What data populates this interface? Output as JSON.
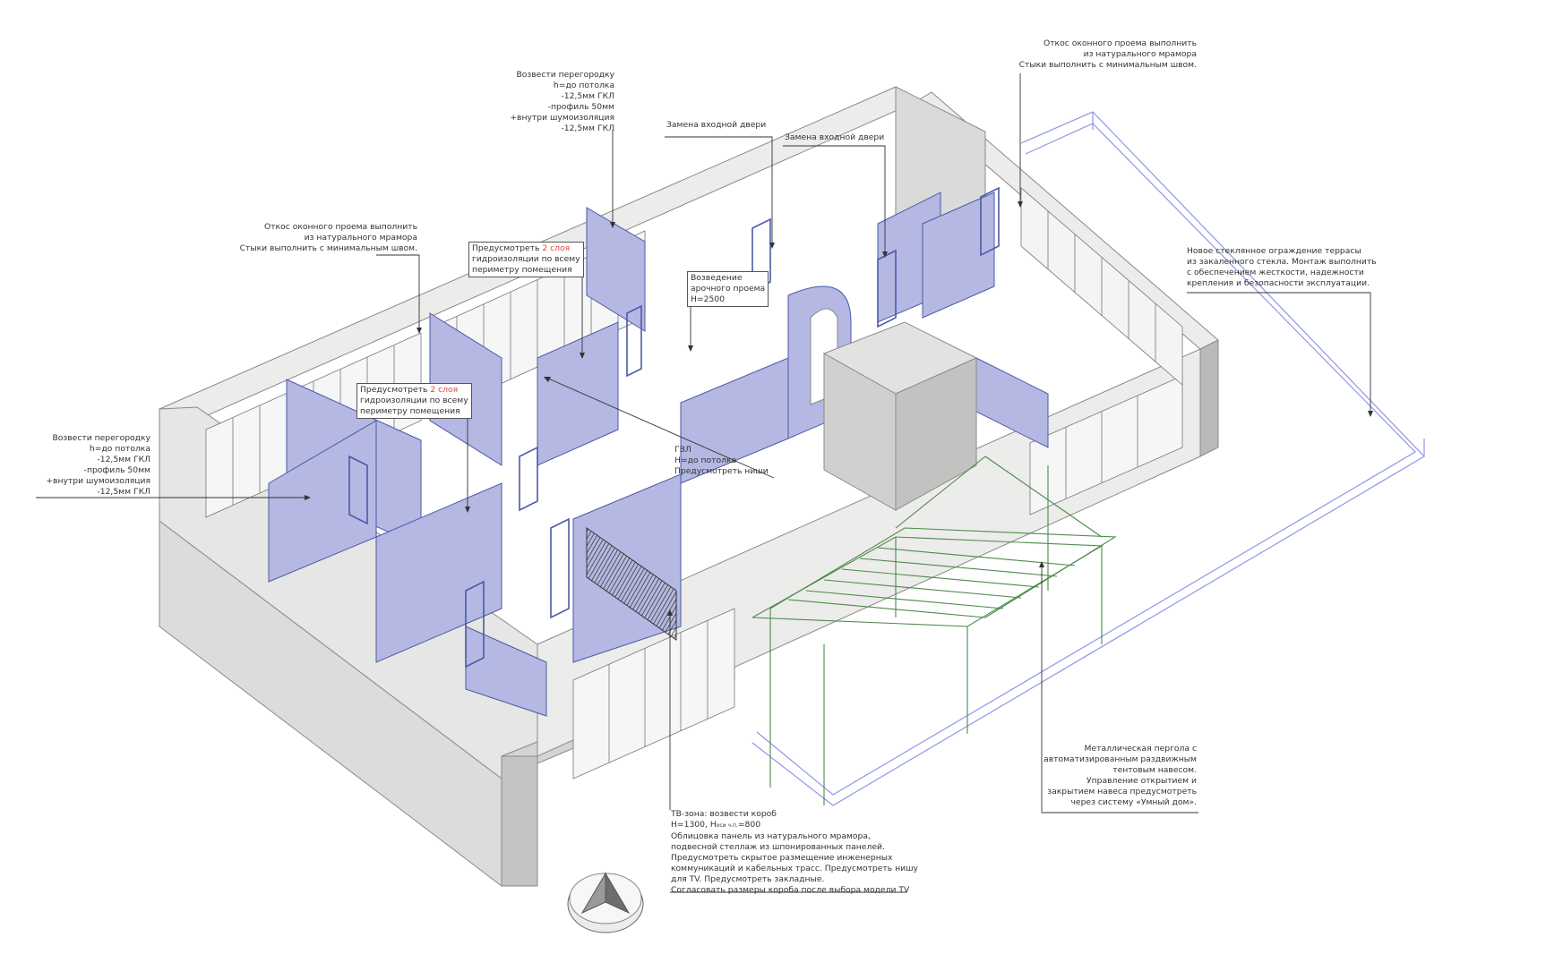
{
  "annotations": {
    "partition_top": {
      "lines": [
        "Возвести перегородку",
        "h=до потолка",
        "-12,5мм ГКЛ",
        "-профиль 50мм",
        "+внутри шумоизоляция",
        "-12,5мм ГКЛ"
      ]
    },
    "partition_left": {
      "lines": [
        "Возвести перегородку",
        "h=до потолка",
        "-12,5мм ГКЛ",
        "-профиль 50мм",
        "+внутри шумоизоляция",
        "-12,5мм ГКЛ"
      ]
    },
    "window_slope_left": {
      "lines": [
        "Откос оконного проема выполнить",
        "из натурального мрамора",
        "Стыки выполнить с минимальным швом."
      ]
    },
    "window_slope_right": {
      "lines": [
        "Откос оконного проема выполнить",
        "из натурального мрамора",
        "Стыки выполнить с минимальным швом."
      ]
    },
    "door_replace_1": {
      "text": "Замена входной двери"
    },
    "door_replace_2": {
      "text": "Замена входной двери"
    },
    "waterproof_1": {
      "prefix": "Предусмотреть ",
      "highlight": "2 слоя",
      "lines": [
        "гидроизоляции по всему",
        "периметру помещения"
      ]
    },
    "waterproof_2": {
      "prefix": "Предусмотреть ",
      "highlight": "2 слоя",
      "lines": [
        "гидроизоляции по всему",
        "периметру помещения"
      ]
    },
    "arch": {
      "lines": [
        "Возведение",
        "арочного проема",
        "H=2500"
      ]
    },
    "gvl": {
      "lines": [
        "ГВЛ",
        "Н=до потолка",
        "Предусмотреть ниши"
      ]
    },
    "terrace_glass": {
      "lines": [
        "Новое стеклянное ограждение террасы",
        "из закаленного стекла. Монтаж выполнить",
        "с обеспечением жесткости, надежности",
        "крепления и безопасности эксплуатации."
      ]
    },
    "pergola": {
      "lines": [
        "Металлическая пергола с",
        "автоматизированным раздвижным",
        "тентовым навесом.",
        "Управление открытием и",
        "закрытием навеса предусмотреть",
        "через систему «Умный дом»."
      ]
    },
    "tv_zone": {
      "line1": "ТВ-зона: возвести короб",
      "line2_a": "Н=1300, Н",
      "line2_sub": "оси ч.п.",
      "line2_b": "=800",
      "lines": [
        "Облицовка панель из натурального мрамора,",
        "подвесной стеллаж из шпонированных панелей.",
        "Предусмотреть скрытое размещение инженерных",
        "коммуникаций и кабельных трасс. Предусмотреть нишу",
        "для TV. Предусмотреть закладные.",
        "Согласовать размеры короба после выбора модели TV"
      ]
    }
  },
  "colors": {
    "wall": "#ececea",
    "wall_shade": "#cfcfcd",
    "wall_dark": "#b9b9b7",
    "partition": "#b5b8e2",
    "partition_edge": "#4a5aa8",
    "glass": "#8f96e8",
    "pergola": "#4c8a4c",
    "leader": "#333333",
    "highlight": "#e3463c"
  },
  "icons": [
    "north-arrow-icon"
  ]
}
